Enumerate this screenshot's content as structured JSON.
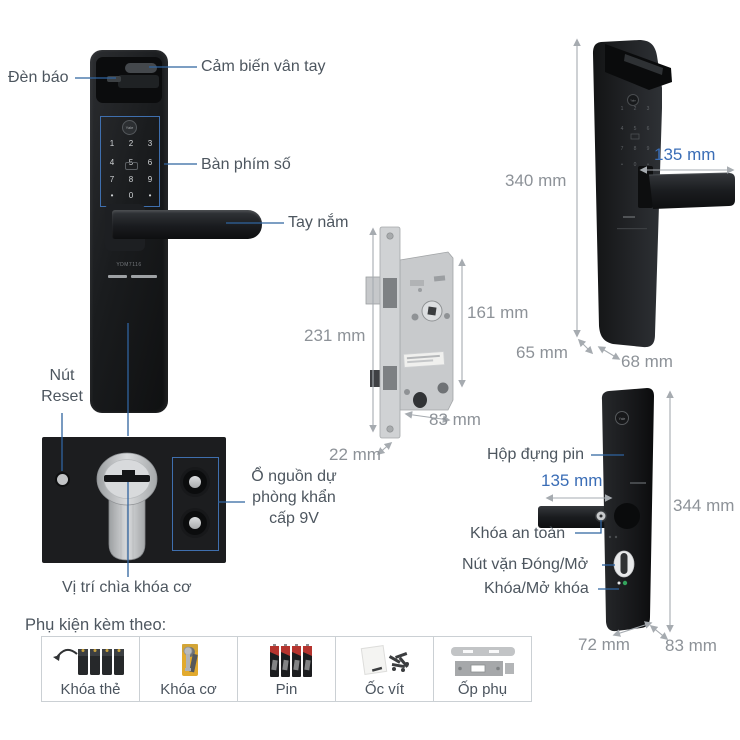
{
  "colors": {
    "accent_blue": "#3a6db6",
    "line_blue": "#2f639f",
    "dim_text": "#8d9298",
    "label_text": "#4d565f",
    "green_indicator": "#33a45c"
  },
  "brand": "Yale",
  "front_view": {
    "model": "YDM7116",
    "labels": {
      "indicator_led": "Đèn báo",
      "fingerprint_sensor": "Cảm biến vân tay",
      "keypad": "Bàn phím số",
      "handle": "Tay nắm"
    },
    "keys": [
      "1",
      "2",
      "3",
      "4",
      "5",
      "6",
      "7",
      "8",
      "9",
      "•",
      "0",
      "•"
    ]
  },
  "mortise_lock": {
    "dims": {
      "total_height": "231 mm",
      "case_height": "161 mm",
      "case_width": "83 mm",
      "faceplate_width": "22 mm"
    }
  },
  "side_view": {
    "dims": {
      "height": "340 mm",
      "handle_length": "135 mm",
      "depth": "65 mm",
      "width": "68 mm"
    }
  },
  "rear_view": {
    "labels": {
      "battery_box": "Hộp đựng pin",
      "safety_lock": "Khóa an toàn",
      "turn_knob": "Nút vặn Đóng/Mở",
      "lock_unlock": "Khóa/Mở khóa"
    },
    "dims": {
      "height": "344 mm",
      "handle_length": "135 mm",
      "depth": "72 mm",
      "width": "83 mm"
    }
  },
  "detail_panel": {
    "labels": {
      "reset_button": "Nút Reset",
      "backup_power": "Ổ nguồn dự phòng khẩn cấp 9V",
      "key_position": "Vị trí chìa khóa cơ"
    }
  },
  "accessories": {
    "heading": "Phụ kiện kèm theo:",
    "items": [
      {
        "label": "Khóa thẻ"
      },
      {
        "label": "Khóa cơ"
      },
      {
        "label": "Pin"
      },
      {
        "label": "Ốc vít"
      },
      {
        "label": "Ốp phụ"
      }
    ]
  }
}
